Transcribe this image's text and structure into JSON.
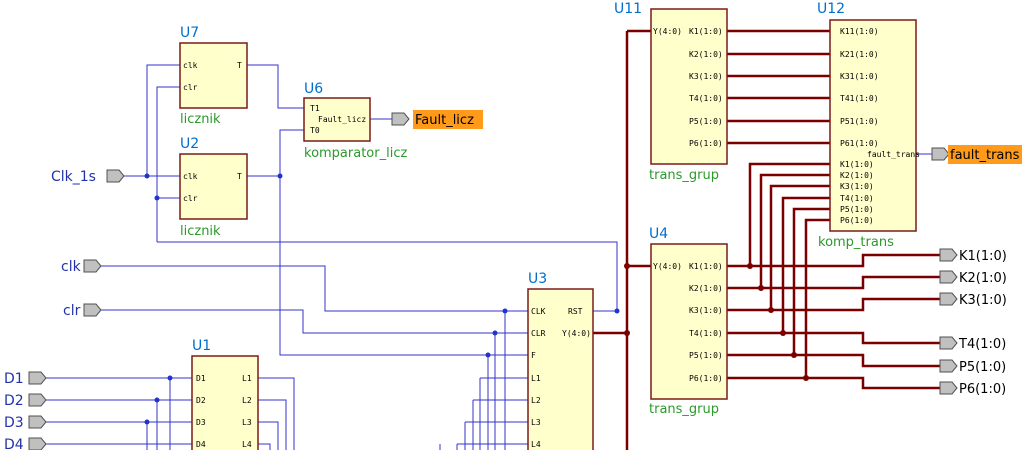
{
  "blocks": {
    "U7": {
      "ref": "U7",
      "type": "licznik",
      "pins": {
        "clk": "clk",
        "clr": "clr",
        "T": "T"
      }
    },
    "U2": {
      "ref": "U2",
      "type": "licznik",
      "pins": {
        "clk": "clk",
        "clr": "clr",
        "T": "T"
      }
    },
    "U6": {
      "ref": "U6",
      "type": "komparator_licz",
      "pins": {
        "T1": "T1",
        "T0": "T0",
        "fault": "Fault_licz"
      }
    },
    "U1": {
      "ref": "U1",
      "pins": [
        "D1",
        "D2",
        "D3",
        "D4"
      ],
      "outs": [
        "L1",
        "L2",
        "L3",
        "L4"
      ]
    },
    "U3": {
      "ref": "U3",
      "pins": {
        "clk": "CLK",
        "clr": "CLR",
        "F": "F",
        "rst": "RST",
        "y": "Y(4:0)",
        "L1": "L1",
        "L2": "L2",
        "L3": "L3",
        "L4": "L4"
      }
    },
    "U11": {
      "ref": "U11",
      "type": "trans_grup",
      "input": "Y(4:0)",
      "outs": [
        "K1(1:0)",
        "K2(1:0)",
        "K3(1:0)",
        "T4(1:0)",
        "P5(1:0)",
        "P6(1:0)"
      ]
    },
    "U4": {
      "ref": "U4",
      "type": "trans_grup",
      "input": "Y(4:0)",
      "outs": [
        "K1(1:0)",
        "K2(1:0)",
        "K3(1:0)",
        "T4(1:0)",
        "P5(1:0)",
        "P6(1:0)"
      ]
    },
    "U12": {
      "ref": "U12",
      "type": "komp_trans",
      "ins_top": [
        "K11(1:0)",
        "K21(1:0)",
        "K31(1:0)",
        "T41(1:0)",
        "P51(1:0)",
        "P61(1:0)"
      ],
      "fault": "fault_trans",
      "ins_bottom": [
        "K1(1:0)",
        "K2(1:0)",
        "K3(1:0)",
        "T4(1:0)",
        "P5(1:0)",
        "P6(1:0)"
      ]
    }
  },
  "inputs": {
    "clk_1s": "Clk_1s",
    "clk": "clk",
    "clr": "clr",
    "D1": "D1",
    "D2": "D2",
    "D3": "D3",
    "D4": "D4"
  },
  "outputs": {
    "fault_licz": "Fault_licz",
    "fault_trans": "fault_trans",
    "K1": "K1(1:0)",
    "K2": "K2(1:0)",
    "K3": "K3(1:0)",
    "T4": "T4(1:0)",
    "P5": "P5(1:0)",
    "P6": "P6(1:0)"
  },
  "colors": {
    "block_fill": "#ffffcc",
    "block_border": "#7a1a1a",
    "wire": "#3333cc",
    "bus": "#7a0000",
    "ref": "#006ecc",
    "type": "#2a9a2a",
    "highlight": "#ff9a1a"
  }
}
